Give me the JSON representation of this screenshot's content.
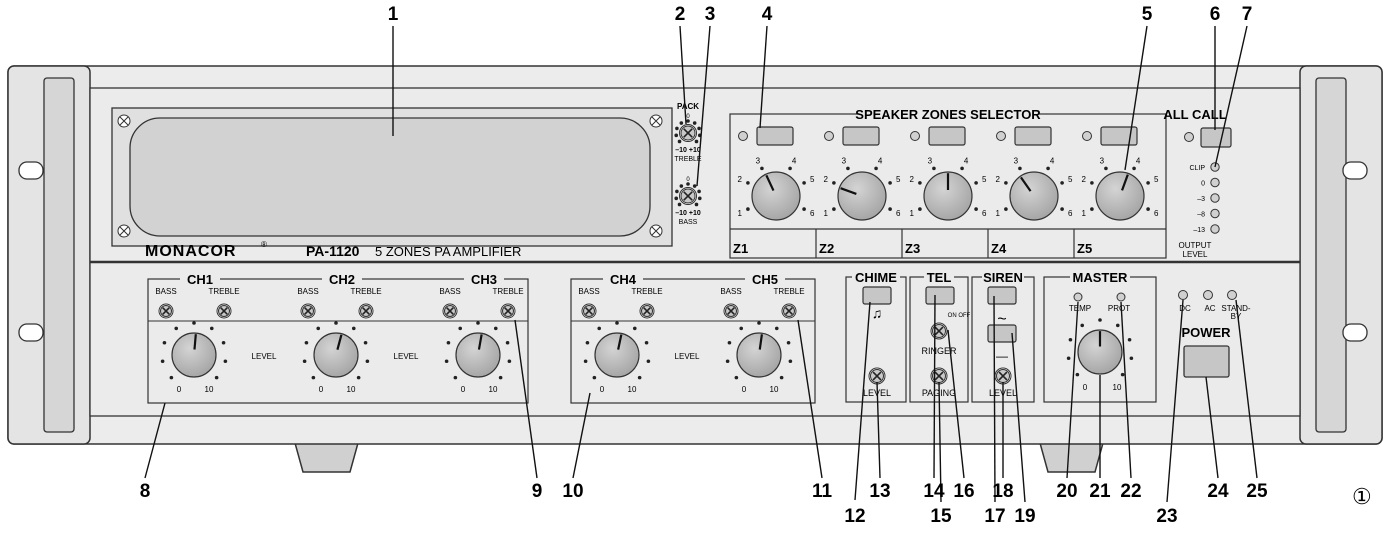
{
  "brand": "MONACOR",
  "reg_mark": "®",
  "model": "PA-1120",
  "product_desc": "5 ZONES PA AMPLIFIER",
  "figure_mark": "①",
  "callouts": [
    "1",
    "2",
    "3",
    "4",
    "5",
    "6",
    "7",
    "8",
    "9",
    "10",
    "11",
    "12",
    "13",
    "14",
    "15",
    "16",
    "17",
    "18",
    "19",
    "20",
    "21",
    "22",
    "23",
    "24",
    "25"
  ],
  "pack": {
    "title": "PACK",
    "scale": "–10 +10",
    "zero": "0",
    "treble": "TREBLE",
    "bass": "BASS"
  },
  "zones": {
    "title": "SPEAKER ZONES SELECTOR",
    "labels": [
      "Z1",
      "Z2",
      "Z3",
      "Z4",
      "Z5"
    ],
    "scale": [
      "1",
      "2",
      "3",
      "4",
      "5",
      "6"
    ]
  },
  "all_call": "ALL CALL",
  "output_level": {
    "steps": [
      "CLIP",
      "0",
      "–3",
      "–8",
      "–13"
    ],
    "title_line1": "OUTPUT",
    "title_line2": "LEVEL"
  },
  "channels": {
    "groups": [
      {
        "names": [
          "CH1",
          "CH2",
          "CH3"
        ]
      },
      {
        "names": [
          "CH4",
          "CH5"
        ]
      }
    ],
    "bass": "BASS",
    "treble": "TREBLE",
    "level": "LEVEL",
    "min": "0",
    "max": "10"
  },
  "chime": {
    "title": "CHIME",
    "note": "♫",
    "level": "LEVEL"
  },
  "tel": {
    "title": "TEL",
    "on_off": "ON OFF",
    "ringer": "RINGER",
    "paging": "PAGING"
  },
  "siren": {
    "title": "SIREN",
    "wave": "~",
    "flat": "—",
    "level": "LEVEL"
  },
  "master": {
    "title": "MASTER",
    "temp": "TEMP",
    "prot": "PROT",
    "min": "0",
    "max": "10"
  },
  "power": {
    "dc": "DC",
    "ac": "AC",
    "standby_line1": "STAND-",
    "standby_line2": "BY",
    "button": "POWER"
  }
}
